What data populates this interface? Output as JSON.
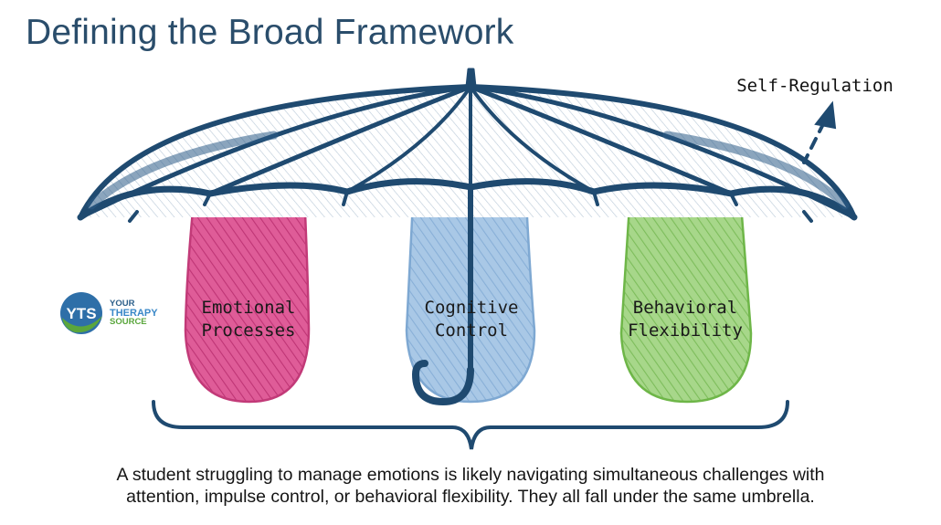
{
  "page": {
    "title": "Defining the Broad Framework"
  },
  "diagram": {
    "umbrella_label": "Self-Regulation",
    "components": [
      {
        "line1": "Emotional",
        "line2": "Processes",
        "color": "#d04482"
      },
      {
        "line1": "Cognitive",
        "line2": "Control",
        "color": "#8cb4dc"
      },
      {
        "line1": "Behavioral",
        "line2": "Flexibility",
        "color": "#84c45a"
      }
    ],
    "colors": {
      "umbrella_stroke": "#1f4a70",
      "title": "#2a4d6b"
    }
  },
  "logo": {
    "badge_text": "YTS",
    "word1": "YOUR",
    "word2": "THERAPY",
    "word3": "SOURCE"
  },
  "caption": {
    "line1": "A student struggling to manage emotions is likely navigating simultaneous challenges with",
    "line2": "attention, impulse control, or behavioral flexibility. They all fall under the same umbrella."
  }
}
